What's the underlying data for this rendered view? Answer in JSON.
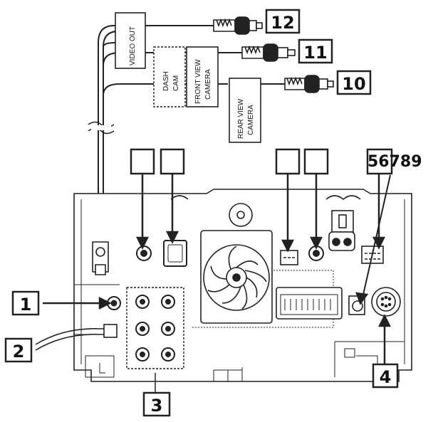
{
  "cables": {
    "video_out": "VIDEO OUT",
    "dash_cam_line1": "DASH",
    "dash_cam_line2": "CAM",
    "front_view_line1": "FRONT VIEW",
    "front_view_line2": "CAMERA",
    "rear_view_line1": "REAR VIEW",
    "rear_view_line2": "CAMERA"
  },
  "callouts": {
    "c1": "1",
    "c2": "2",
    "c3": "3",
    "c4": "4",
    "c56789": "56789",
    "c10": "10",
    "c11": "11",
    "c12": "12"
  },
  "colors": {
    "line": "#222222",
    "fill": "#ffffff",
    "muted": "#e8e8e8"
  }
}
